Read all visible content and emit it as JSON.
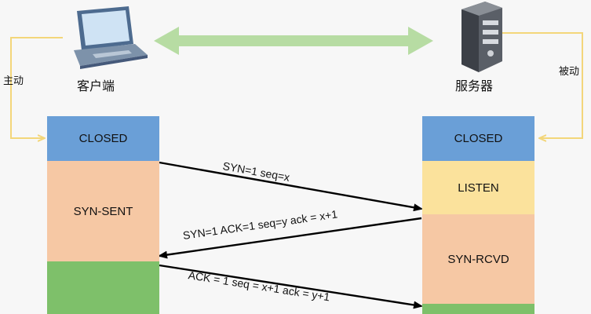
{
  "client": {
    "label": "客户端",
    "side_label": "主动",
    "states": [
      {
        "name": "CLOSED",
        "color": "#6a9fd7"
      },
      {
        "name": "SYN-SENT",
        "color": "#f6c8a4"
      },
      {
        "name": "",
        "color": "#7ec06a"
      }
    ]
  },
  "server": {
    "label": "服务器",
    "side_label": "被动",
    "states": [
      {
        "name": "CLOSED",
        "color": "#6a9fd7"
      },
      {
        "name": "LISTEN",
        "color": "#fbe29c"
      },
      {
        "name": "SYN-RCVD",
        "color": "#f6c8a4"
      },
      {
        "name": "",
        "color": "#7ec06a"
      }
    ]
  },
  "messages": [
    {
      "text": "SYN=1  seq=x",
      "direction": "client-to-server"
    },
    {
      "text": "SYN=1 ACK=1 seq=y ack = x+1",
      "direction": "server-to-client"
    },
    {
      "text": "ACK = 1 seq = x+1 ack = y+1",
      "direction": "client-to-server"
    }
  ],
  "colors": {
    "connector": "#f3d67a",
    "double_arrow": "#b7dca3",
    "arrow": "#000000"
  },
  "icons": {
    "client": "laptop-icon",
    "server": "server-icon"
  }
}
